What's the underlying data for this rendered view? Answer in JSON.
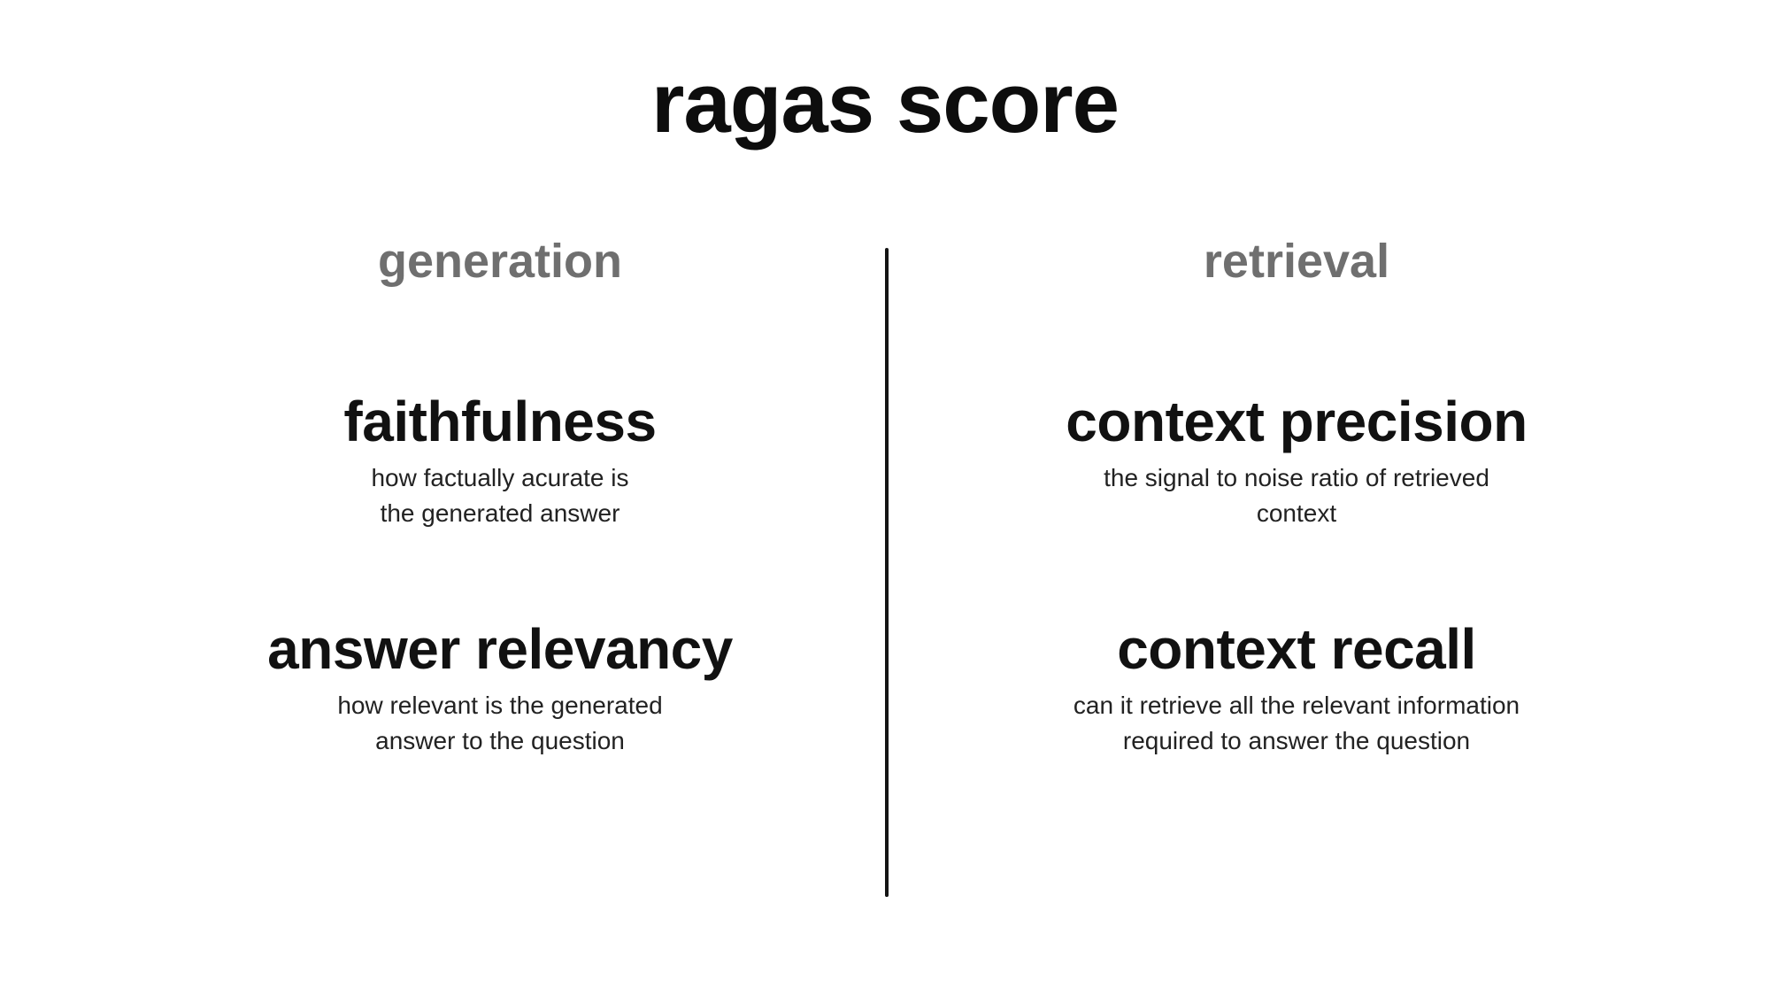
{
  "title": "ragas score",
  "colors": {
    "background": "#ffffff",
    "title_text": "#0d0d0d",
    "section_header": "#6f6f6f",
    "metric_name": "#111111",
    "metric_description": "#222222",
    "divider": "#141414"
  },
  "columns": [
    {
      "header": "generation",
      "metrics": [
        {
          "name": "faithfulness",
          "desc_lines": [
            "how factually acurate is",
            "the generated answer"
          ]
        },
        {
          "name": "answer relevancy",
          "desc_lines": [
            "how relevant is the generated",
            "answer to the question"
          ]
        }
      ]
    },
    {
      "header": "retrieval",
      "metrics": [
        {
          "name": "context precision",
          "desc_lines": [
            "the signal to noise ratio of retrieved",
            "context"
          ]
        },
        {
          "name": "context recall",
          "desc_lines": [
            "can it retrieve all the relevant information",
            "required to answer the question"
          ]
        }
      ]
    }
  ]
}
